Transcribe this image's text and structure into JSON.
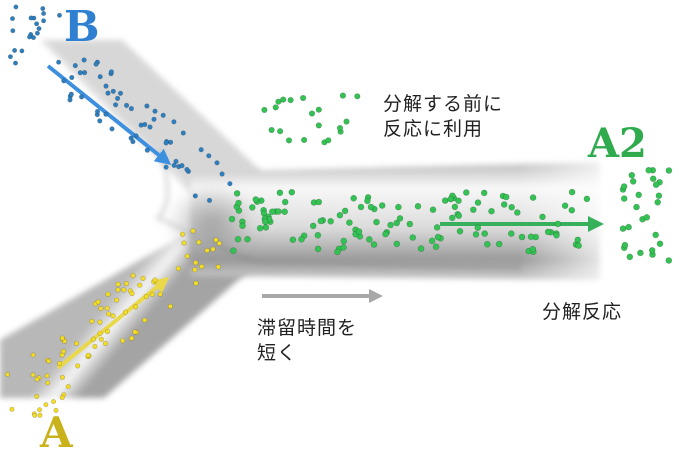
{
  "labels": {
    "inlet_b": "B",
    "inlet_a": "A",
    "product": "A2",
    "note_decompose": [
      "分解する前に",
      "反応に利用"
    ],
    "note_residence": [
      "滞留時間を",
      "短く"
    ],
    "reaction": "分解反応"
  },
  "colors": {
    "label_b": "#2f80d0",
    "label_a": "#c9b21c",
    "label_a2": "#2fab4e",
    "particle_b": "#2f7fbf",
    "particle_a": "#f2dc28",
    "particle_product": "#34c254",
    "arrow_b": "#3d8fe0",
    "arrow_a": "#e9d84a",
    "arrow_product": "#36b05a",
    "arrow_residence": "#a8a8a8"
  }
}
